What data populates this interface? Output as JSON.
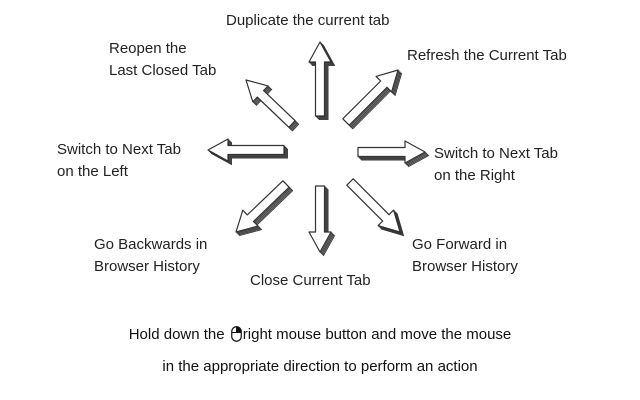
{
  "gestures": {
    "up": {
      "line1": "Duplicate the current tab",
      "line2": ""
    },
    "up_right": {
      "line1": "Refresh the Current Tab",
      "line2": ""
    },
    "right": {
      "line1": "Switch to Next Tab",
      "line2": "on the Right"
    },
    "down_right": {
      "line1": "Go Forward in",
      "line2": "Browser History"
    },
    "down": {
      "line1": "Close Current Tab",
      "line2": ""
    },
    "down_left": {
      "line1": "Go Backwards in",
      "line2": "Browser History"
    },
    "left": {
      "line1": "Switch to Next Tab",
      "line2": "on the Left"
    },
    "up_left": {
      "line1": "Reopen the",
      "line2": "Last Closed Tab"
    }
  },
  "instructions": {
    "line1_before": "Hold down the",
    "mouse_icon": "mouse-right-button-icon",
    "line1_after": "right mouse button and move the mouse",
    "line2": "in the appropriate direction to perform an action"
  },
  "colors": {
    "arrow_fill": "#ffffff",
    "arrow_stroke": "#333333",
    "arrow_shadow": "#9a9a9a",
    "text": "#222222"
  }
}
